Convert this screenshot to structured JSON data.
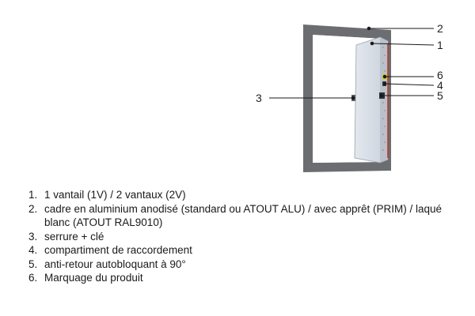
{
  "callouts": [
    "2",
    "1",
    "3",
    "6",
    "4",
    "5"
  ],
  "legend": [
    {
      "num": "1.",
      "text": "1 vantail (1V) / 2 vantaux (2V)"
    },
    {
      "num": "2.",
      "text": "cadre en aluminium anodisé (standard ou ATOUT ALU) / avec apprêt (PRIM) / laqué blanc (ATOUT RAL9010)"
    },
    {
      "num": "3.",
      "text": "serrure + clé"
    },
    {
      "num": "4.",
      "text": "compartiment de raccordement"
    },
    {
      "num": "5.",
      "text": "anti-retour autobloquant à 90°"
    },
    {
      "num": "6.",
      "text": "Marquage du produit"
    }
  ],
  "colors": {
    "frame": "#6b6d71",
    "panel": "#d4dbe3",
    "seal": "#c0392b",
    "marking": "#c8d400",
    "leader": "#1a1a1a"
  }
}
